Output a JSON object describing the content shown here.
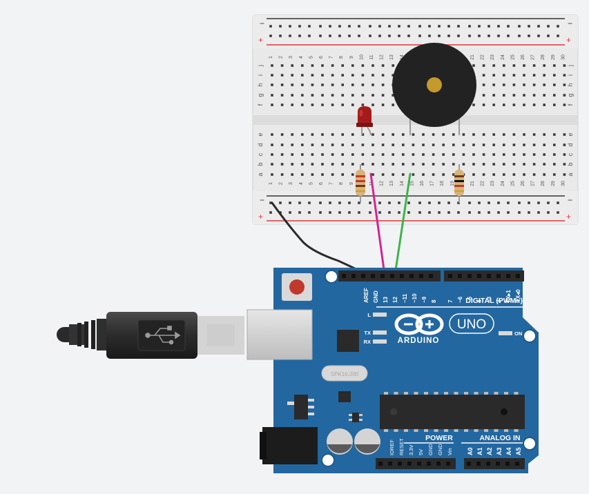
{
  "breadboard": {
    "rail_minus": "−",
    "rail_plus": "+",
    "row_letters_top": [
      "j",
      "i",
      "h",
      "g",
      "f"
    ],
    "row_letters_bottom": [
      "e",
      "d",
      "c",
      "b",
      "a"
    ],
    "columns": 30
  },
  "arduino": {
    "brand": "ARDUINO",
    "model": "UNO",
    "digital_header": "DIGITAL (PWM~)",
    "power_header": "POWER",
    "analog_header": "ANALOG IN",
    "on_label": "ON",
    "l_label": "L",
    "tx_label": "TX",
    "rx_label": "RX",
    "crystal_label": "SPK16.000",
    "digital_pins": [
      "AREF",
      "GND",
      "13",
      "12",
      "~11",
      "~10",
      "~9",
      "8",
      "7",
      "~6",
      "~5",
      "4",
      "~3",
      "2",
      "TX▸1",
      "RX◂0"
    ],
    "power_pins": [
      "IOREF",
      "RESET",
      "3.3V",
      "5V",
      "GND",
      "GND",
      "Vin"
    ],
    "analog_pins": [
      "A0",
      "A1",
      "A2",
      "A3",
      "A4",
      "A5"
    ]
  },
  "colors": {
    "board_blue": "#2367a0",
    "wire_black": "#2a2a2a",
    "wire_magenta": "#d6238f",
    "wire_green": "#3bb54a",
    "led_red": "#a51b1b",
    "buzzer": "#222222",
    "rail_red": "#d9363e"
  }
}
